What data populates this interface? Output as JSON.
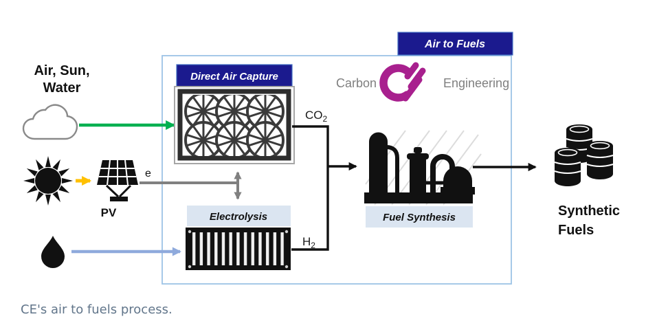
{
  "diagram": {
    "title_tag": "Air to Fuels",
    "caption": "CE's air to fuels process.",
    "inputs_label": {
      "line1": "Air, Sun,",
      "line2": "Water"
    },
    "nodes": {
      "direct_air_capture": "Direct Air Capture",
      "electrolysis": "Electrolysis",
      "fuel_synthesis": "Fuel Synthesis",
      "pv": "PV"
    },
    "outputs_label": {
      "line1": "Synthetic",
      "line2": "Fuels"
    },
    "flows": {
      "co2": {
        "main": "CO",
        "sub": "2"
      },
      "h2": {
        "main": "H",
        "sub": "2"
      },
      "electricity": "e"
    },
    "logo": {
      "left": "Carbon",
      "right": "Engineering"
    },
    "icons": {
      "air": "cloud-icon",
      "sun": "sun-icon",
      "pv": "solar-panel-icon",
      "water": "water-drop-icon",
      "direct_air_capture": "fan-array-icon",
      "electrolysis": "electrolyzer-container-icon",
      "fuel_synthesis": "refinery-icon",
      "synthetic_fuels": "oil-barrels-icon",
      "brand": "carbon-engineering-logo"
    }
  },
  "colors": {
    "navy": "#1b1a8e",
    "navy_edge": "#4472c4",
    "box_border": "#9dc3e6",
    "label_bg": "#dbe5f1",
    "green": "#00b050",
    "yellow": "#ffc000",
    "water_blue": "#8faadc",
    "line_gray": "#808080",
    "magenta": "#a8208e",
    "logo_gray": "#7f7f7f",
    "caption_color": "#61758a",
    "ink": "#111111",
    "frame_gray": "#a6a6a6",
    "fan_gray": "#3a3a3a",
    "hatch_gray": "#dcdcdc",
    "cloud_gray": "#8a8a8a"
  }
}
